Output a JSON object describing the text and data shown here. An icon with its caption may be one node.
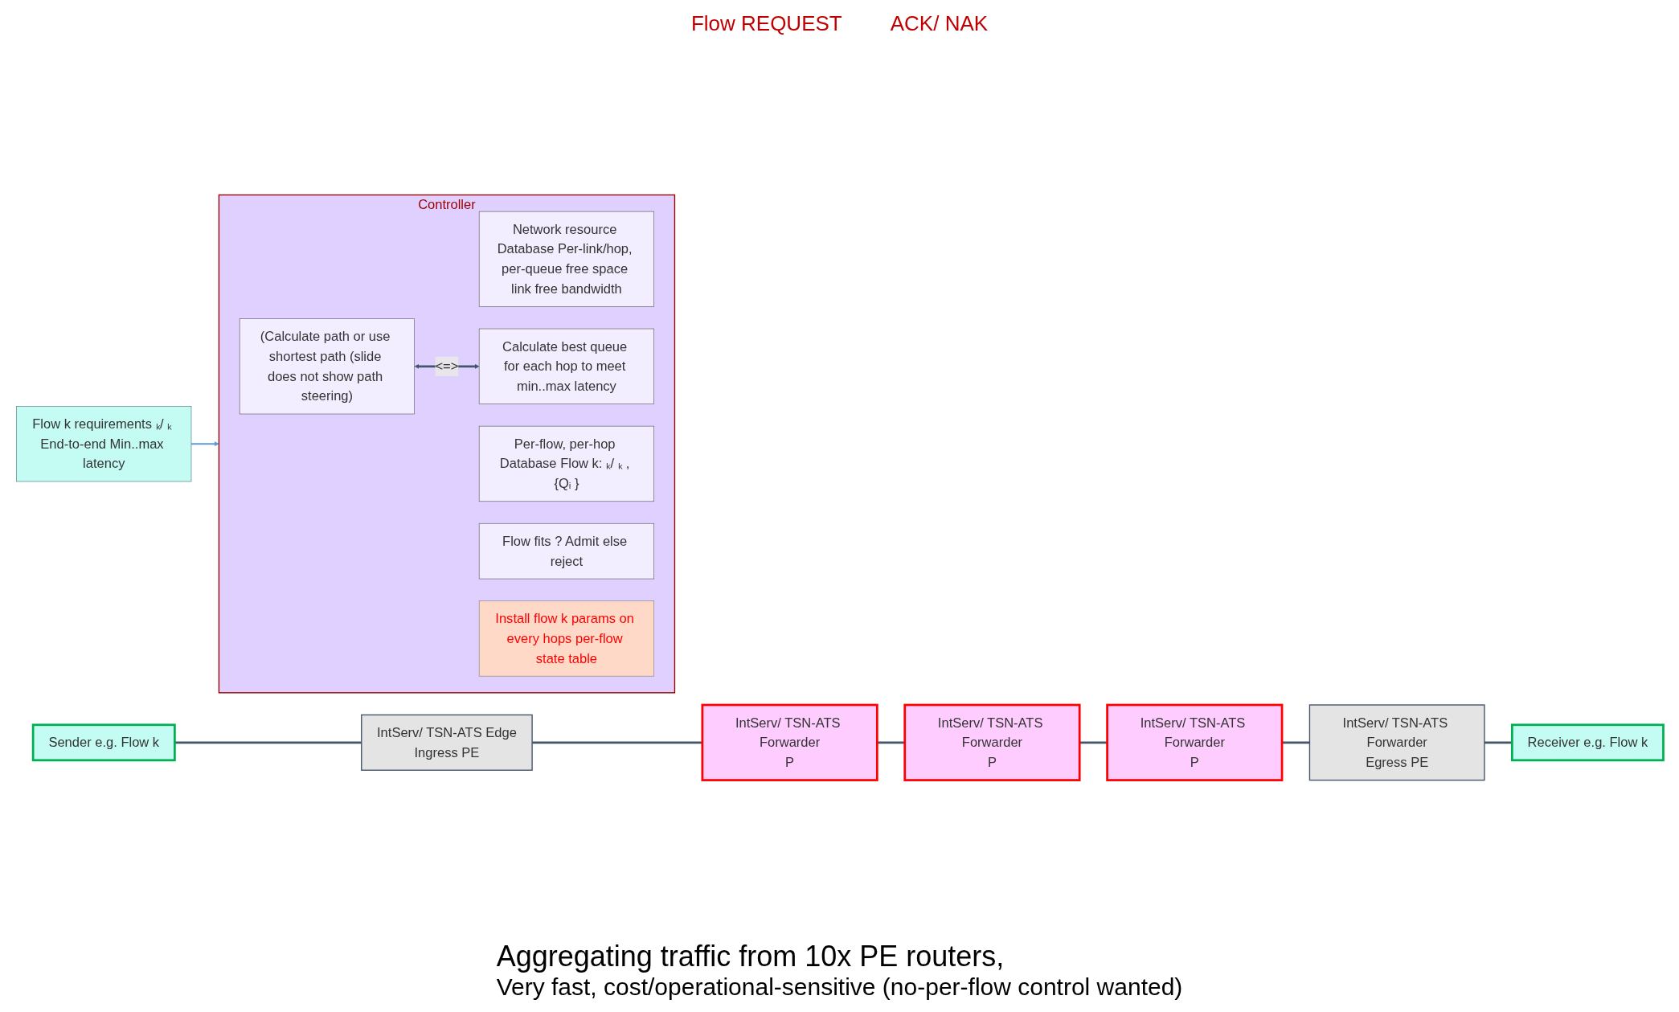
{
  "diagram": {
    "nodes": [
      {
        "text": [
          "Flow k requirements ₖ/ ₖ End-to-end Min..max latency"
        ]
      },
      {
        "text": [
          "Controller"
        ]
      },
      {
        "text": [
          "Network resource Database Per-link/hop, per-queue free space link free bandwidth"
        ],
        "in": 1
      },
      {
        "text": [
          "Per-flow, per-hop Database Flow k: ₖ/ ₖ , {Qᵢ }"
        ],
        "in": 1
      },
      {
        "text": [
          "(Calculate path or use shortest path (slide does not show path steering)"
        ],
        "in": 1
      },
      {
        "text": [
          "Calculate best queue for each hop to meet min..max latency"
        ],
        "in": 1
      },
      {
        "text": [
          "Flow fits ? Admit else reject"
        ],
        "in": 1
      },
      {
        "text": [
          "Install flow k params on every hops per-flow state table"
        ],
        "in": 1
      },
      {
        "text": [
          "Sender e.g. Flow k"
        ]
      },
      {
        "text": [
          "IntServ/ TSN-ATS Edge",
          "Ingress PE"
        ]
      },
      {
        "text": [
          "IntServ/ TSN-ATS Forwarder",
          "P"
        ]
      },
      {
        "text": [
          "IntServ/ TSN-ATS Forwarder",
          "P"
        ]
      },
      {
        "text": [
          "IntServ/ TSN-ATS Forwarder",
          "P"
        ]
      },
      {
        "text": [
          "IntServ/ TSN-ATS Forwarder",
          "Egress PE"
        ]
      },
      {
        "text": [
          "Receiver e.g. Flow k"
        ]
      }
    ],
    "edges": [
      {
        "from": 0,
        "to": 1,
        "arrow": "to",
        "color": "#5b9bd5"
      },
      {
        "from": 4,
        "to": 5,
        "arrow": "both",
        "label": "<=>"
      },
      {
        "from": 8,
        "to": 9,
        "arrow": "none"
      },
      {
        "from": 9,
        "to": 10,
        "arrow": "none"
      },
      {
        "from": 10,
        "to": 11,
        "arrow": "none"
      },
      {
        "from": 11,
        "to": 12,
        "arrow": "none"
      },
      {
        "from": 12,
        "to": 13,
        "arrow": "none"
      },
      {
        "from": 13,
        "to": 14,
        "arrow": "none"
      }
    ],
    "labels": [
      "Flow REQUEST",
      "ACK/ NAK",
      "Aggregating traffic from 10x PE routers,",
      "Very fast, cost/operational-sensitive (no-per-flow control wanted)"
    ]
  }
}
